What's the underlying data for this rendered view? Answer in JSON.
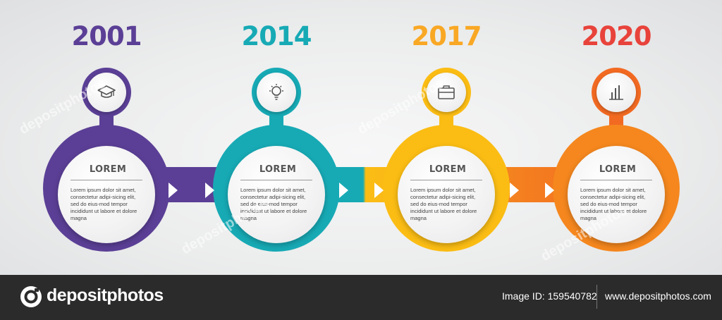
{
  "steps": [
    {
      "year": "2001",
      "title": "LOREM",
      "color": "#5b3f96",
      "color_light": "#7058aa",
      "icon": "graduation-cap-icon",
      "text": "Lorem ipsum dolor sit amet, consectetur adipi-sicing elit, sed do eius-mod tempor incididunt ut labore et dolore magna"
    },
    {
      "year": "2014",
      "title": "LOREM",
      "color": "#17aab5",
      "color_light": "#3cc0c9",
      "icon": "lightbulb-icon",
      "text": "Lorem ipsum dolor sit amet, consectetur adipi-sicing elit, sed do eius-mod tempor incididunt ut labore et dolore magna"
    },
    {
      "year": "2017",
      "title": "LOREM",
      "color": "#fbbd14",
      "color_light": "#f9a825",
      "icon": "briefcase-icon",
      "text": "Lorem ipsum dolor sit amet, consectetur adipi-sicing elit, sed do eius-mod tempor incididunt ut labore et dolore magna"
    },
    {
      "year": "2020",
      "title": "LOREM",
      "color": "#f26a22",
      "color_light": "#f5871e",
      "icon": "bar-chart-icon",
      "text": "Lorem ipsum dolor sit amet, consectetur adipi-sicing elit, sed do eius-mod tempor incididunt ut labore et dolore magna"
    }
  ],
  "year_colors": [
    "#5b3f96",
    "#17aab5",
    "#f9a825",
    "#e8433b"
  ],
  "footer": {
    "brand": "depositphotos",
    "image_id": "Image ID: 159540782",
    "site": "www.depositphotos.com"
  },
  "watermark": "depositphotos"
}
